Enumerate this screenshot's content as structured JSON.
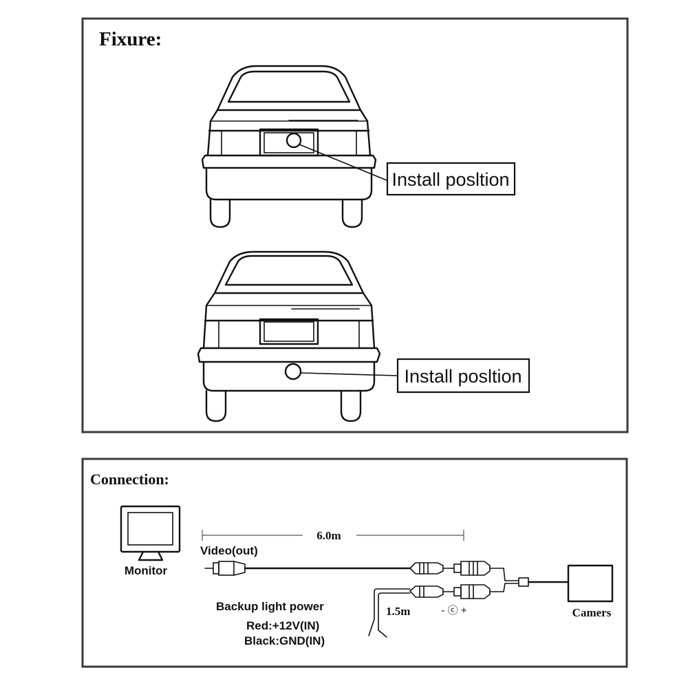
{
  "fixture": {
    "heading": "Fixure:",
    "callout_top": "Install posltion",
    "callout_bottom": "Install posltion"
  },
  "connection": {
    "heading": "Connection:",
    "monitor_label": "Monitor",
    "video_label": "Video(out)",
    "cable_length_main": "6.0m",
    "cable_length_power": "1.5m",
    "power_title": "Backup light power",
    "power_red": "Red:+12V(IN)",
    "power_black": "Black:GND(IN)",
    "dc_symbol": "-  ⓒ  +",
    "camera_label": "Camers"
  }
}
